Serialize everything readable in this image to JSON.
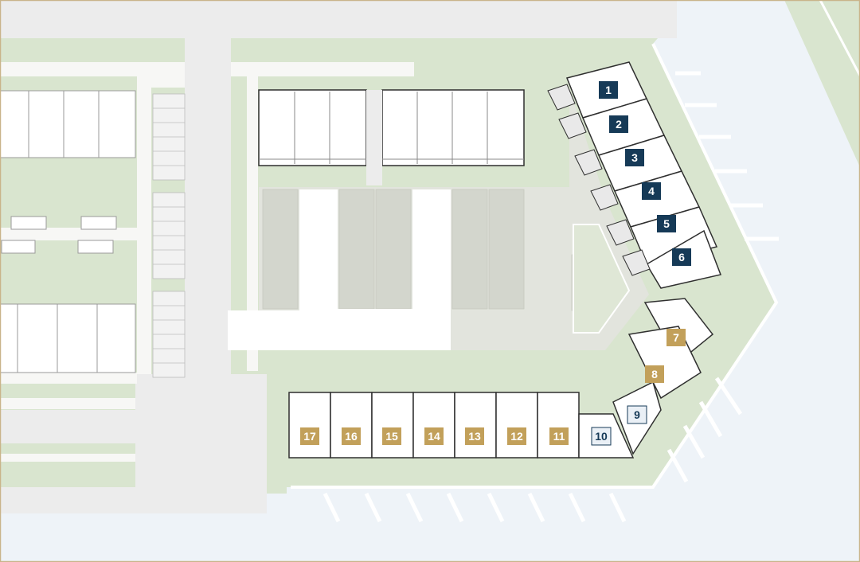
{
  "colors": {
    "water": "#eef3f8",
    "grass": "#d9e5cf",
    "road": "#ececec",
    "path": "#f7f7f5",
    "courtyard": "#e2e4dd",
    "building_fill": "#ffffff",
    "building_stroke": "#2f2f2f",
    "status_navy": "#163a57",
    "status_gold": "#c2a05a",
    "status_light": "#eaf0f6",
    "frame": "#c9b48a"
  },
  "legend_status_names": [
    "navy",
    "gold",
    "light"
  ],
  "units": [
    {
      "number": "1",
      "status": "navy"
    },
    {
      "number": "2",
      "status": "navy"
    },
    {
      "number": "3",
      "status": "navy"
    },
    {
      "number": "4",
      "status": "navy"
    },
    {
      "number": "5",
      "status": "navy"
    },
    {
      "number": "6",
      "status": "navy"
    },
    {
      "number": "7",
      "status": "gold"
    },
    {
      "number": "8",
      "status": "gold"
    },
    {
      "number": "9",
      "status": "light"
    },
    {
      "number": "10",
      "status": "light"
    },
    {
      "number": "11",
      "status": "gold"
    },
    {
      "number": "12",
      "status": "gold"
    },
    {
      "number": "13",
      "status": "gold"
    },
    {
      "number": "14",
      "status": "gold"
    },
    {
      "number": "15",
      "status": "gold"
    },
    {
      "number": "16",
      "status": "gold"
    },
    {
      "number": "17",
      "status": "gold"
    }
  ]
}
